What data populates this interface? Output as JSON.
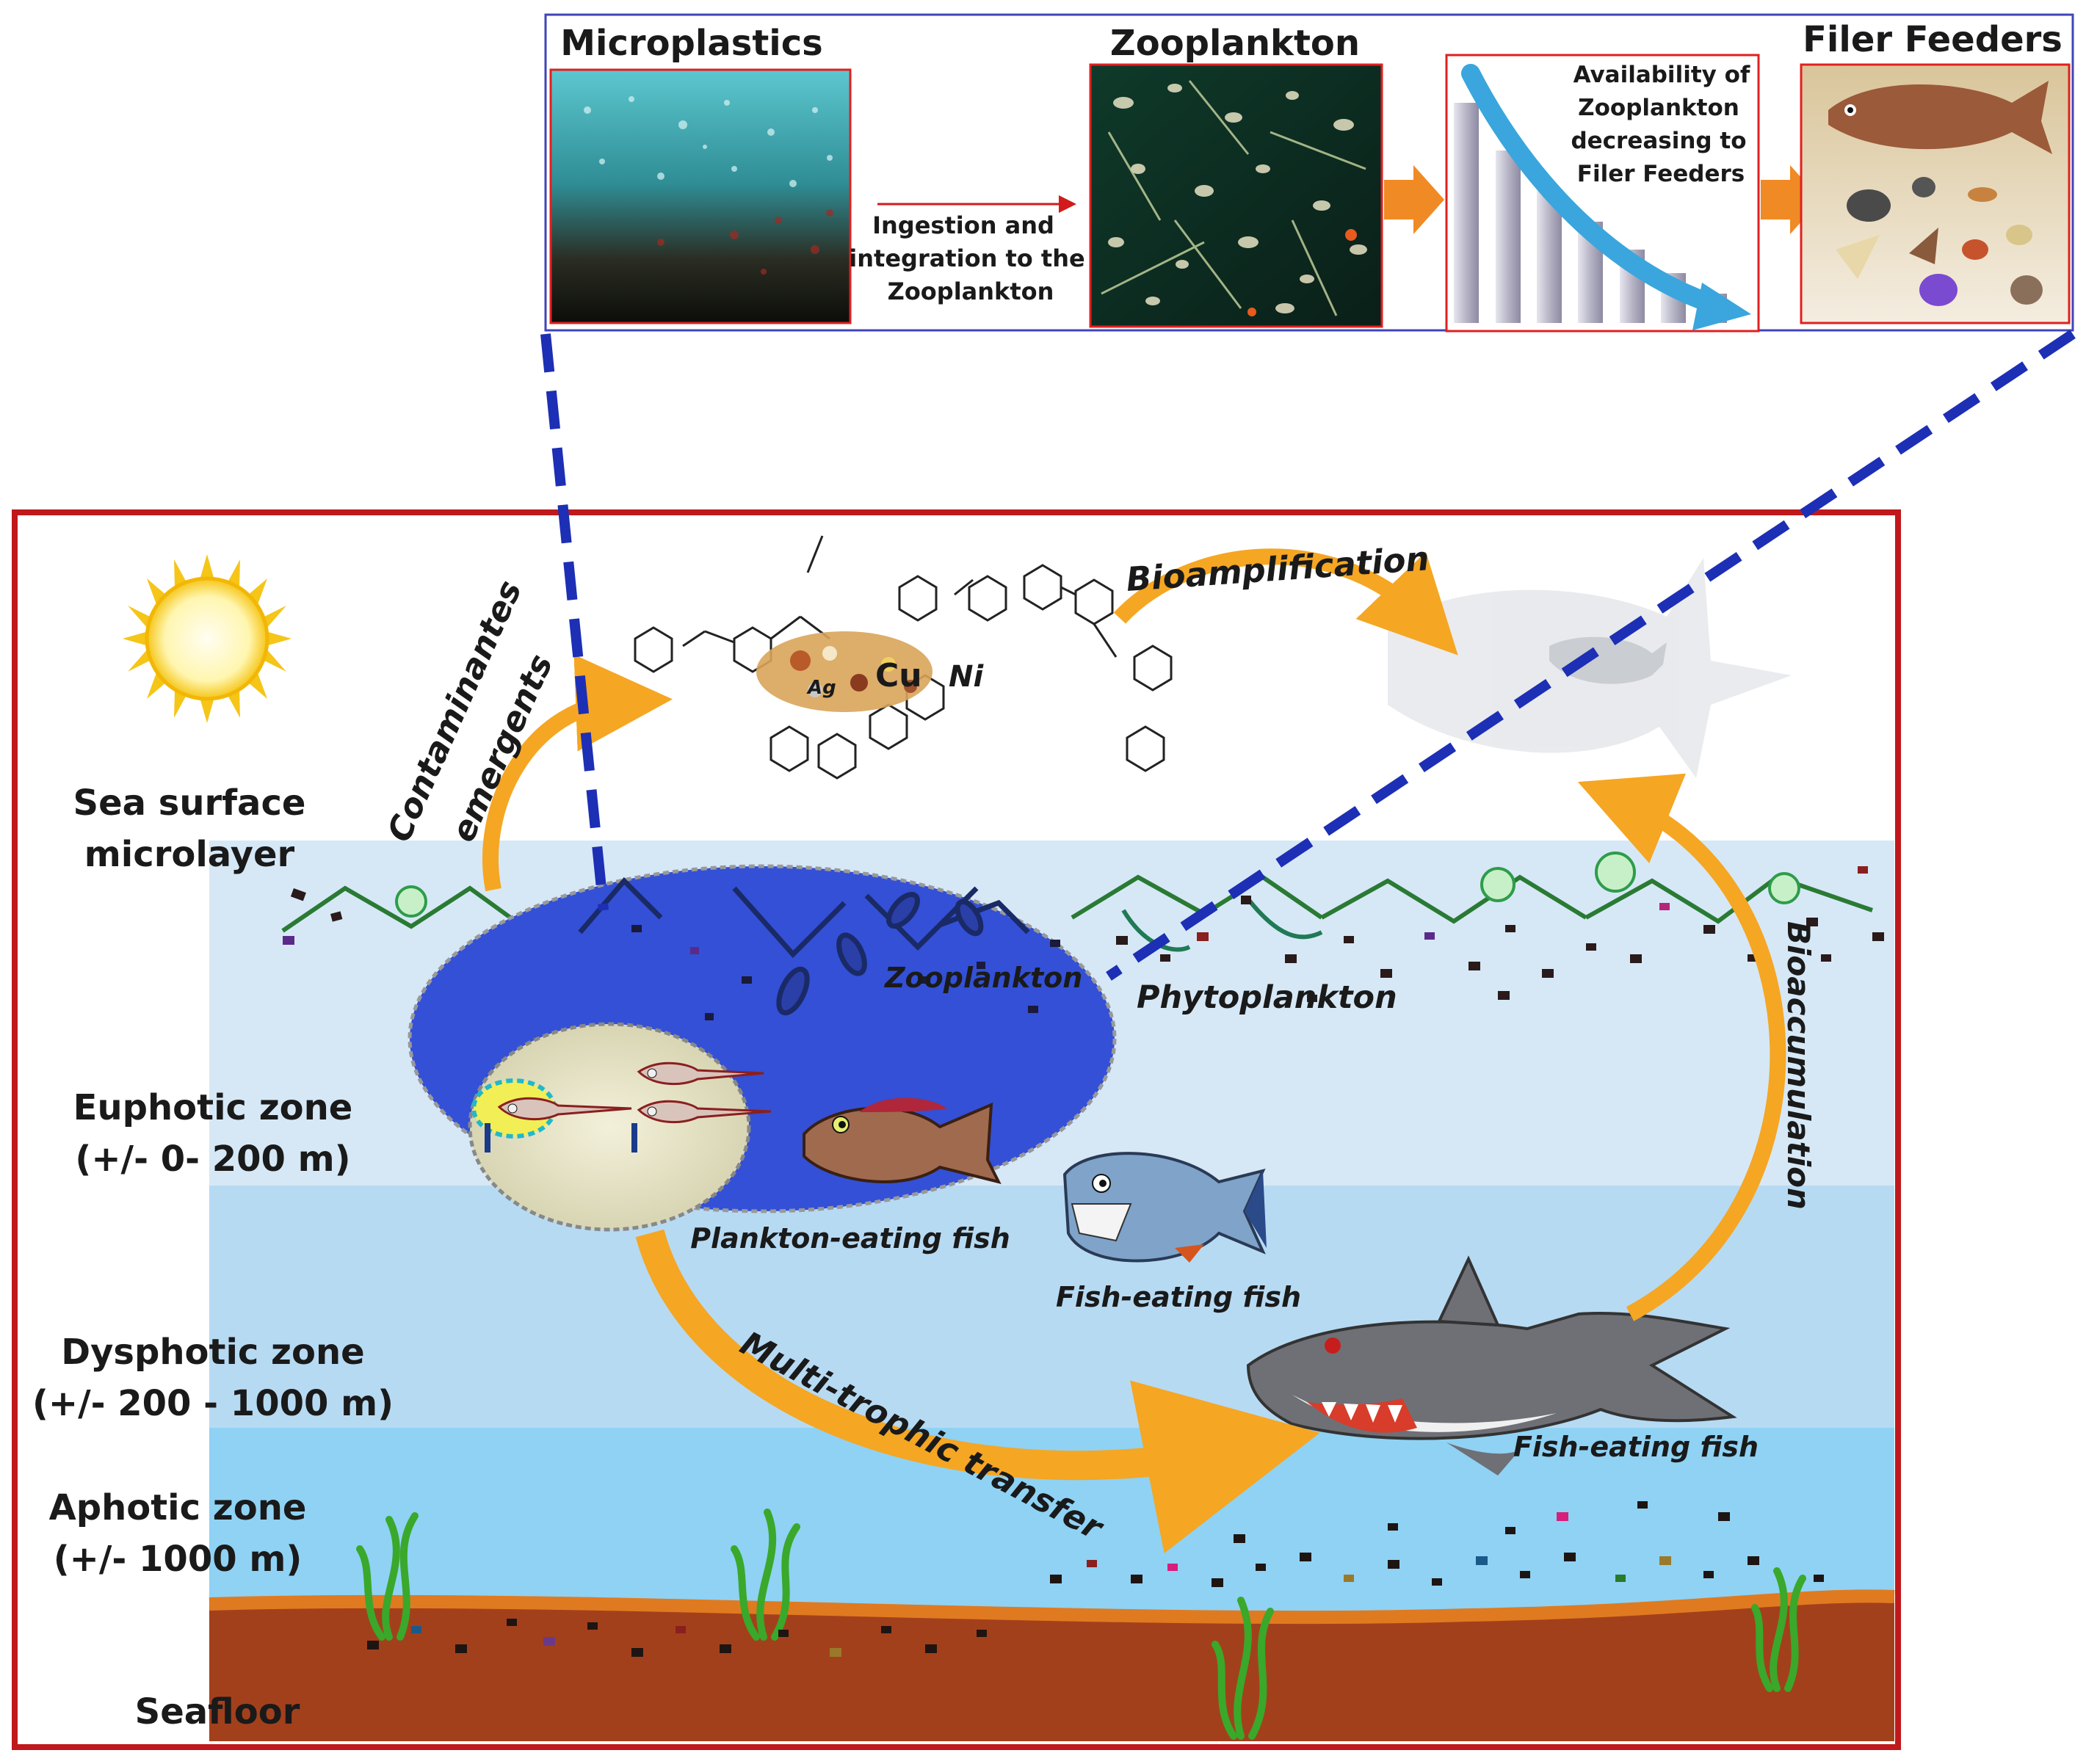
{
  "top_panel": {
    "microplastics_title": "Microplastics",
    "zooplankton_title": "Zooplankton",
    "filer_feeders_title": "Filer Feeders",
    "ingestion_line1": "Ingestion and",
    "ingestion_line2": "integration to the",
    "ingestion_line3": "Zooplankton",
    "availability_line1": "Availability of",
    "availability_line2": "Zooplankton",
    "availability_line3": "decreasing to",
    "availability_line4": "Filer Feeders"
  },
  "zones": {
    "surface_line1": "Sea surface",
    "surface_line2": "microlayer",
    "euphotic_line1": "Euphotic zone",
    "euphotic_line2": "(+/- 0- 200 m)",
    "dysphotic_line1": "Dysphotic zone",
    "dysphotic_line2": "(+/- 200 - 1000 m)",
    "aphotic_line1": "Aphotic zone",
    "aphotic_line2": "(+/- 1000 m)",
    "seafloor": "Seafloor"
  },
  "processes": {
    "contaminantes": "Contaminantes",
    "emergents": "emergents",
    "bioamplification": "Bioamplification",
    "bioaccumulation": "Bioaccumulation",
    "multi_trophic": "Multi-trophic transfer"
  },
  "organisms": {
    "zooplankton": "Zooplankton",
    "phytoplankton": "Phytoplankton",
    "plankton_eating_fish": "Plankton-eating fish",
    "fish_eating_fish_1": "Fish-eating fish",
    "fish_eating_fish_2": "Fish-eating fish"
  },
  "chemicals": {
    "ag": "Ag",
    "cu": "Cu",
    "ni": "Ni"
  },
  "colors": {
    "frame_red": "#c0181c",
    "dash_blue": "#1c2fb5",
    "arrow_orange": "#f5a623",
    "euphotic": "#d6e8f6",
    "dysphotic": "#b7daf3",
    "aphotic": "#8fd2f4",
    "seafloor": "#a3401c",
    "zoo_oval": "#3350d6"
  }
}
